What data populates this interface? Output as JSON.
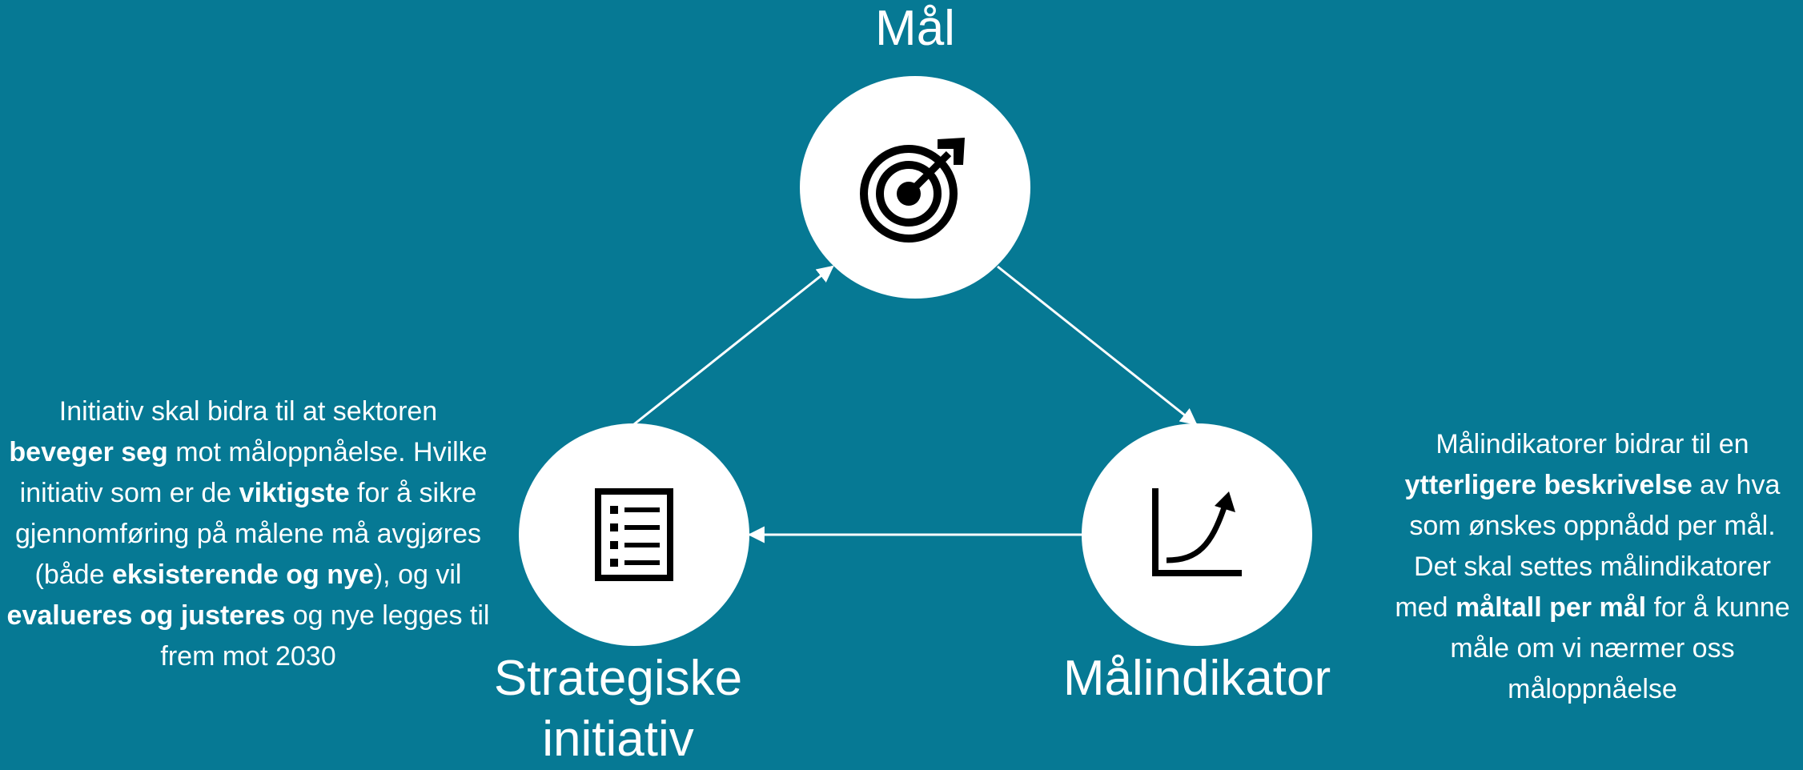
{
  "nodes": {
    "goal": {
      "label": "Mål",
      "icon": "target-arrow-icon"
    },
    "initiative": {
      "label": "Strategiske initiativ",
      "icon": "checklist-icon"
    },
    "indicator": {
      "label": "Målindikator",
      "icon": "growth-chart-icon"
    }
  },
  "left_text": {
    "p1": "Initiativ skal bidra til at sektoren ",
    "b1": "beveger seg",
    "p2": " mot måloppnåelse. Hvilke initiativ som er de ",
    "b2": "viktigste",
    "p3": " for å sikre gjennomføring på målene må avgjøres (både ",
    "b3": "eksisterende og nye",
    "p4": "), og vil ",
    "b4": "evalueres og justeres",
    "p5": " og nye legges til frem mot 2030"
  },
  "right_text": {
    "p1": "Målindikatorer bidrar til en ",
    "b1": "ytterligere beskrivelse",
    "p2": " av hva som ønskes oppnådd per mål. Det skal settes målindikatorer med ",
    "b2": "måltall per mål",
    "p3": " for å kunne måle om vi nærmer oss måloppnåelse"
  },
  "colors": {
    "background": "#067994",
    "node_fill": "#ffffff",
    "icon": "#000000",
    "arrow": "#ffffff"
  }
}
